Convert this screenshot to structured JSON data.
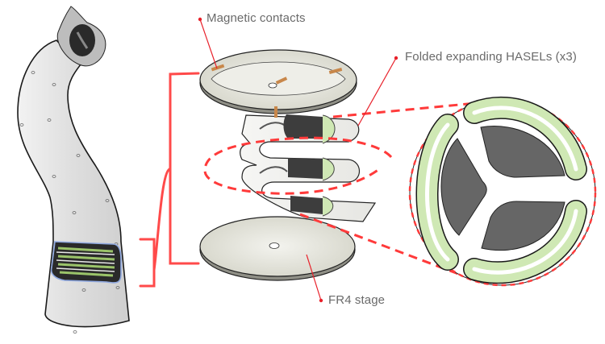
{
  "figure": {
    "title": "Soft robotic tube with folded expanding HASEL actuator stack",
    "accent_color": "#ff4a4a",
    "leader_color": "#e8202a",
    "label_color": "#6a6a6a",
    "actuator_green": "#cfe8b4",
    "pouch_dark": "#5e5e5e"
  },
  "labels": {
    "magnetic_contacts": "Magnetic contacts",
    "folded_hasels": "Folded expanding HASELs (x3)",
    "fr4_stage": "FR4 stage"
  },
  "components": {
    "left_panel": "tube-robot-illustration",
    "middle_panel": "exploded-actuator-stack",
    "right_panel": "cross-section-zoom",
    "hasel_count": 3
  }
}
